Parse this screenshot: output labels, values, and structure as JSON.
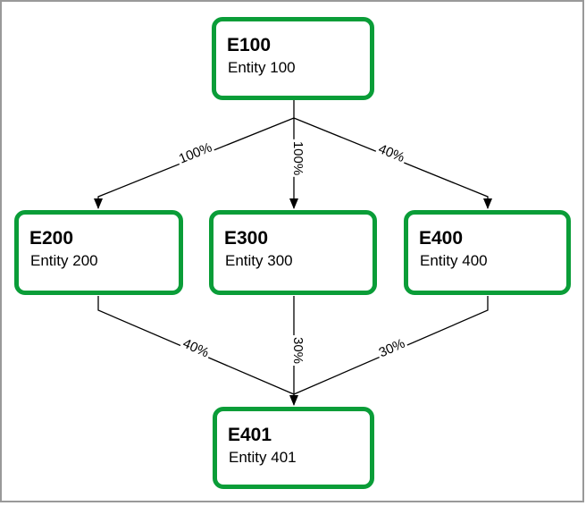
{
  "diagram": {
    "type": "entity-ownership-chart",
    "background": "#ffffff",
    "colors": {
      "node_border": "#0a9d38",
      "node_fill": "#ffffff",
      "edge_line": "#000000",
      "label_text": "#000000",
      "frame_border": "#999999"
    },
    "nodes": [
      {
        "id": "E100",
        "title": "E100",
        "subtitle": "Entity 100"
      },
      {
        "id": "E200",
        "title": "E200",
        "subtitle": "Entity 200"
      },
      {
        "id": "E300",
        "title": "E300",
        "subtitle": "Entity 300"
      },
      {
        "id": "E400",
        "title": "E400",
        "subtitle": "Entity 400"
      },
      {
        "id": "E401",
        "title": "E401",
        "subtitle": "Entity 401"
      }
    ],
    "edges": [
      {
        "from": "E100",
        "to": "E200",
        "label": "100%"
      },
      {
        "from": "E100",
        "to": "E300",
        "label": "100%"
      },
      {
        "from": "E100",
        "to": "E400",
        "label": "40%"
      },
      {
        "from": "E200",
        "to": "E401",
        "label": "40%"
      },
      {
        "from": "E300",
        "to": "E401",
        "label": "30%"
      },
      {
        "from": "E400",
        "to": "E401",
        "label": "30%"
      }
    ]
  }
}
